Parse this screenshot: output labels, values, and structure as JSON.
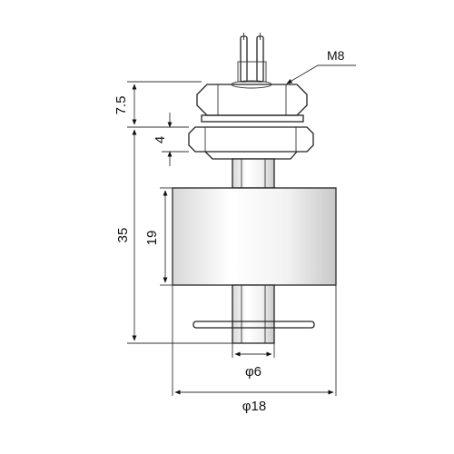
{
  "drawing": {
    "callout_thread": "M8",
    "dim_top_total": "7.5",
    "dim_nut_height": "4",
    "dim_body_length": "35",
    "dim_float_height": "19",
    "dim_stem_diameter": "φ6",
    "dim_float_diameter": "φ18"
  },
  "colors": {
    "line": "#222222",
    "background": "#ffffff",
    "shade": "#d0d0d0"
  }
}
